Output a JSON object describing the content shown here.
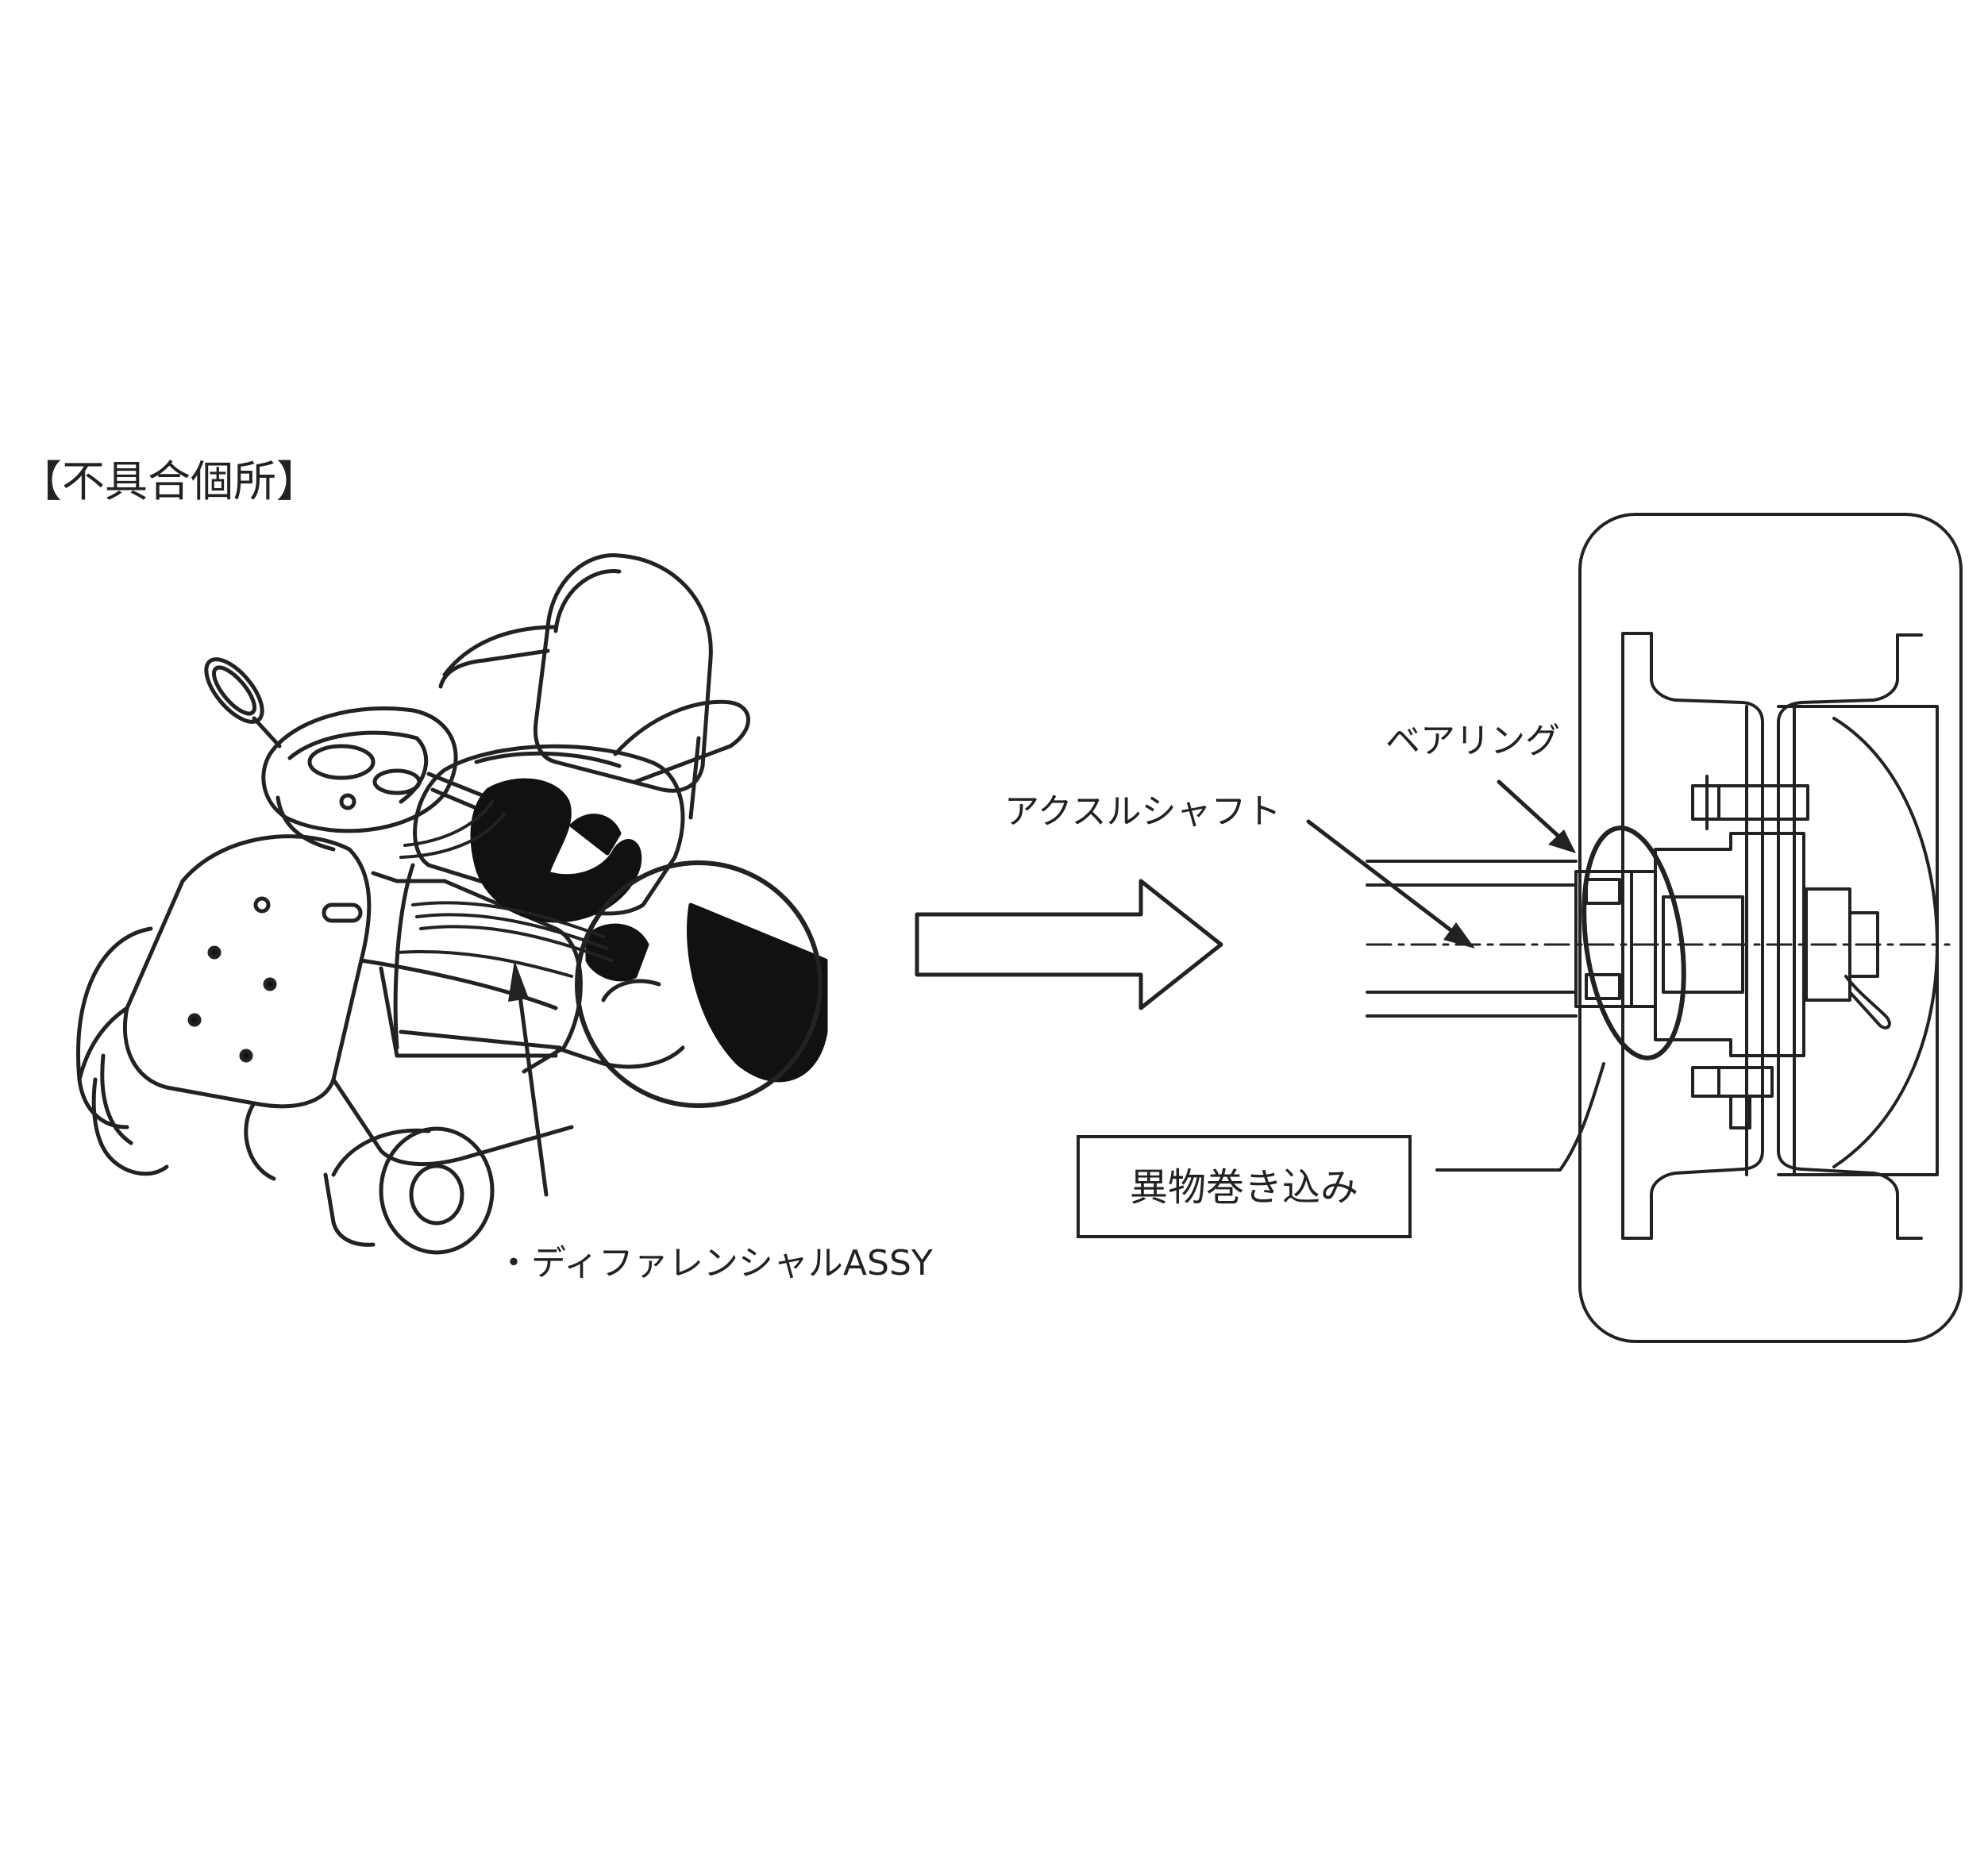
{
  "section_title": "【不具合個所】",
  "labels": {
    "differential": "・ディファレンシャルASSY",
    "axle_shaft": "アクスルシャフト",
    "bearing": "ベアリング",
    "foreign_object": "異物巻き込み"
  },
  "colors": {
    "ink": "#222222",
    "fill_dark": "#111111",
    "background": "#ffffff"
  },
  "icons": {
    "transition_arrow": "right-arrow-icon"
  }
}
